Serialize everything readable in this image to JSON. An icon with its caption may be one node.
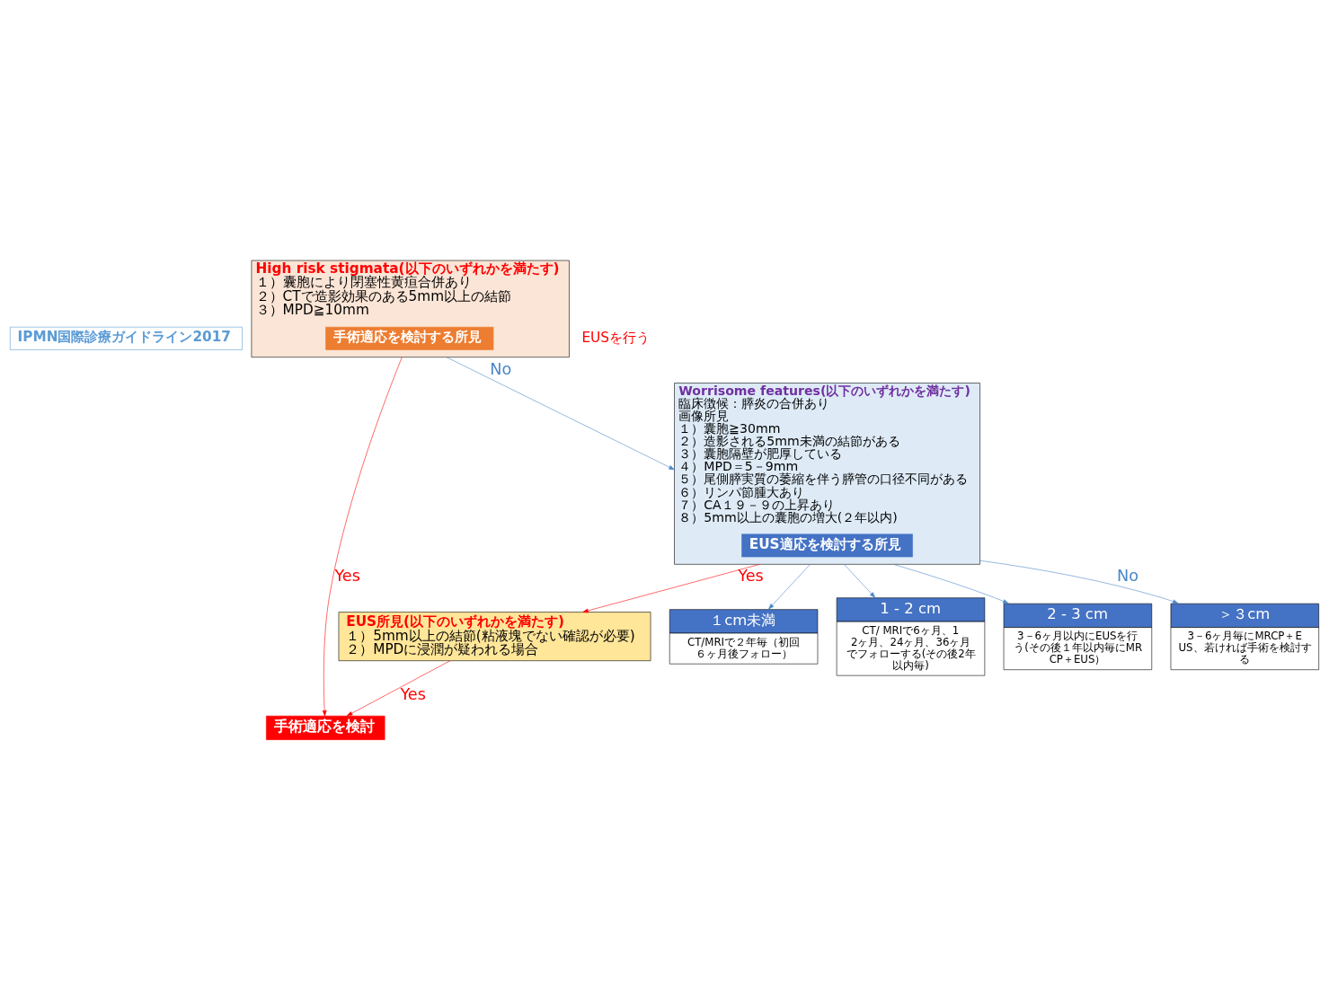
{
  "diagram": {
    "nodes": [
      {
        "text": [
          "IPMN国際診療ガイドライン2017"
        ]
      },
      {
        "text": [
          "High risk stigmata(以下のいずれかを満たす)",
          "１）囊胞により閉塞性黄疸合併あり",
          "２）CTで造影効果のある5mm以上の結節",
          "３）MPD≧10mm"
        ]
      },
      {
        "text": [
          "手術適応を検討する所見"
        ],
        "in": 1
      },
      {
        "text": [
          "手術適応を検討"
        ]
      },
      {
        "text": [
          "Worrisome features(以下のいずれかを満たす)",
          "臨床徴候：膵炎の合併あり",
          "画像所見",
          "１）囊胞≧30mm",
          "２）造影される5mm未満の結節がある",
          "３）囊胞隔壁が肥厚している",
          "４）MPD＝5－9mm",
          "５）尾側膵実質の萎縮を伴う膵管の口径不同がある",
          "６）リンパ節腫大あり",
          "７）CA１９－９の上昇あり",
          "８）5mm以上の囊胞の増大(２年以内)"
        ]
      },
      {
        "text": [
          "EUS適応を検討する所見"
        ],
        "in": 4
      },
      {
        "text": [
          "EUS所見(以下のいずれかを満たす)",
          "１）5mm以上の結節(粘液塊でない確認が必要)",
          "２）MPDに浸潤が疑われる場合"
        ]
      },
      {
        "text": [
          "１cm未満",
          "CT/MRIで２年毎（初回６ヶ月後フォロー）"
        ]
      },
      {
        "text": [
          "1 - 2 cm",
          "CT/ MRIで6ヶ月、12ヶ月、24ヶ月、36ヶ月でフォローする(その後2年以内毎)"
        ]
      },
      {
        "text": [
          "2 - 3 cm",
          "3－6ヶ月以内にEUSを行う(その後１年以内毎にMRCP＋EUS）"
        ]
      },
      {
        "text": [
          "＞３cm",
          "3－6ヶ月毎にMRCP＋EUS、若ければ手術を検討する"
        ]
      }
    ],
    "edges": [
      {
        "from": 1,
        "to": 3,
        "arrow": "to",
        "label": "Yes",
        "color": "#ff0000"
      },
      {
        "from": 1,
        "to": 4,
        "arrow": "to",
        "label": "No"
      },
      {
        "from": 4,
        "to": 6,
        "arrow": "to",
        "label": "Yes",
        "color": "#ff0000"
      },
      {
        "from": 6,
        "to": 3,
        "arrow": "to",
        "label": "Yes",
        "color": "#ff0000"
      },
      {
        "from": 4,
        "to": 7,
        "arrow": "to"
      },
      {
        "from": 4,
        "to": 8,
        "arrow": "to"
      },
      {
        "from": 4,
        "to": 9,
        "arrow": "to"
      },
      {
        "from": 4,
        "to": 10,
        "arrow": "to",
        "label": "No"
      }
    ],
    "labels": [
      "EUSを行う"
    ]
  }
}
